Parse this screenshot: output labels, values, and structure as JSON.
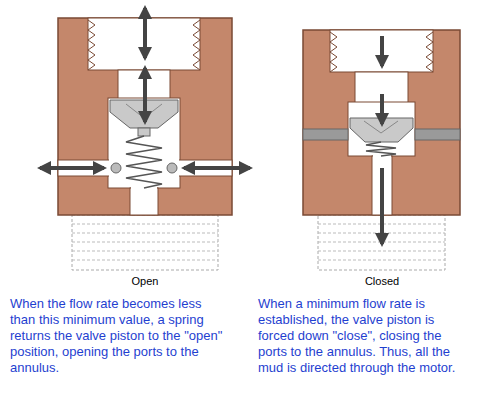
{
  "diagram": {
    "labels": [
      "Open",
      "Closed",
      "When the flow rate becomes less than this minimum value, a spring returns the valve piston to the \"open\" position, opening the ports to the annulus.",
      "When a minimum flow rate is established, the valve piston is forced down \"close\", closing the ports to the annulus. Thus, all the mud is directed through the motor."
    ]
  }
}
